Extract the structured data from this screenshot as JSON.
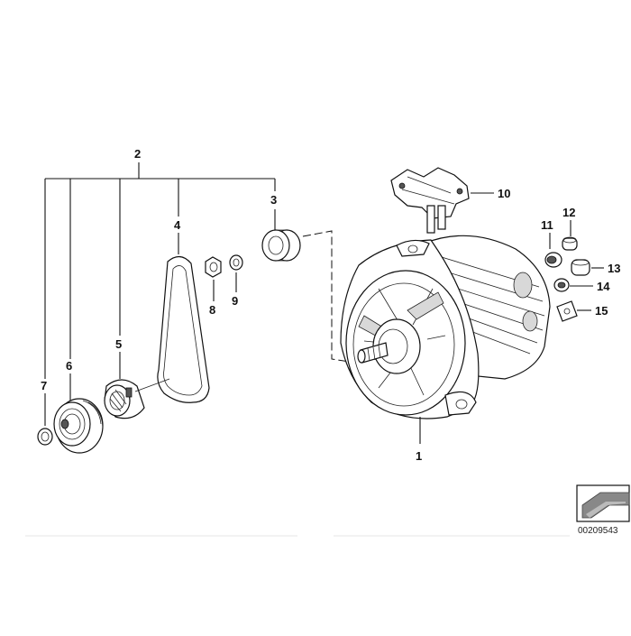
{
  "callouts": [
    {
      "id": "c1",
      "label": "1"
    },
    {
      "id": "c2",
      "label": "2"
    },
    {
      "id": "c3",
      "label": "3"
    },
    {
      "id": "c4",
      "label": "4"
    },
    {
      "id": "c5",
      "label": "5"
    },
    {
      "id": "c6",
      "label": "6"
    },
    {
      "id": "c7",
      "label": "7"
    },
    {
      "id": "c8",
      "label": "8"
    },
    {
      "id": "c9",
      "label": "9"
    },
    {
      "id": "c10",
      "label": "10"
    },
    {
      "id": "c11",
      "label": "11"
    },
    {
      "id": "c12",
      "label": "12"
    },
    {
      "id": "c13",
      "label": "13"
    },
    {
      "id": "c14",
      "label": "14"
    },
    {
      "id": "c15",
      "label": "15"
    }
  ],
  "diagram_code": "00209543"
}
